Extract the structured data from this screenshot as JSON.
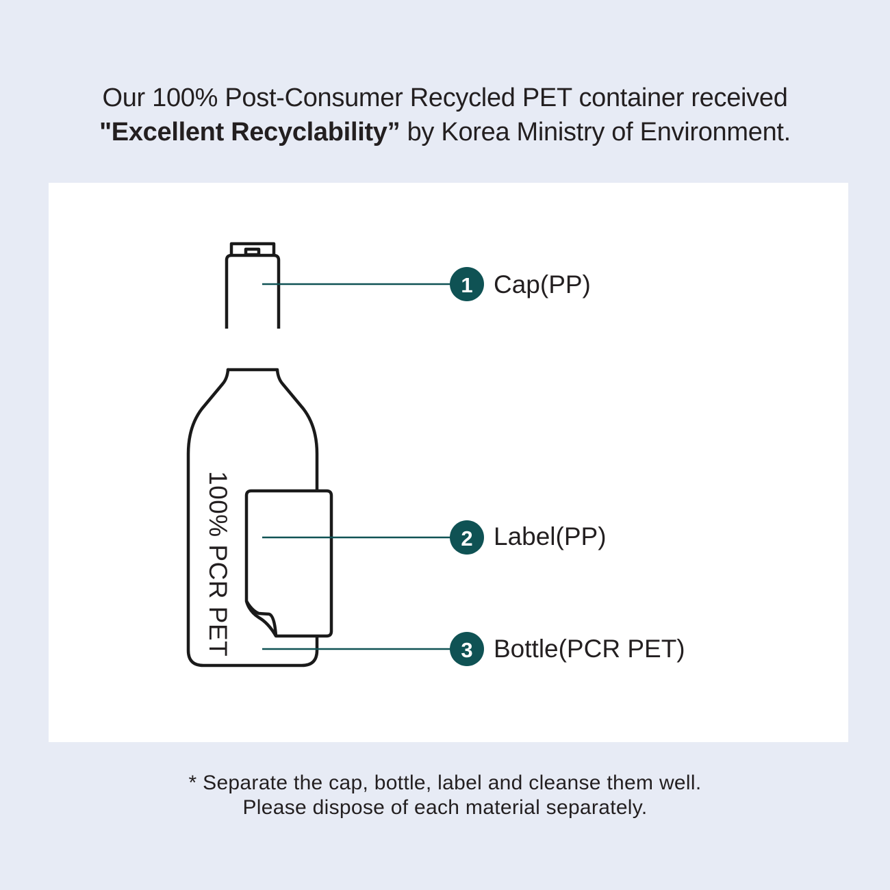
{
  "headline": {
    "line1": "Our 100% Post-Consumer Recycled PET container received",
    "line2_bold": "\"Excellent Recyclability”",
    "line2_rest": " by Korea Ministry of Environment."
  },
  "bottle_text": "100% PCR PET",
  "callouts": [
    {
      "number": "1",
      "label": "Cap(PP)"
    },
    {
      "number": "2",
      "label": "Label(PP)"
    },
    {
      "number": "3",
      "label": "Bottle(PCR PET)"
    }
  ],
  "footnote": {
    "line1": "* Separate the cap, bottle, label and cleanse them well.",
    "line2": "Please dispose of each material separately."
  },
  "colors": {
    "background": "#e7ebf5",
    "panel": "#ffffff",
    "accent": "#0f5254",
    "outline": "#1a1a1a"
  }
}
